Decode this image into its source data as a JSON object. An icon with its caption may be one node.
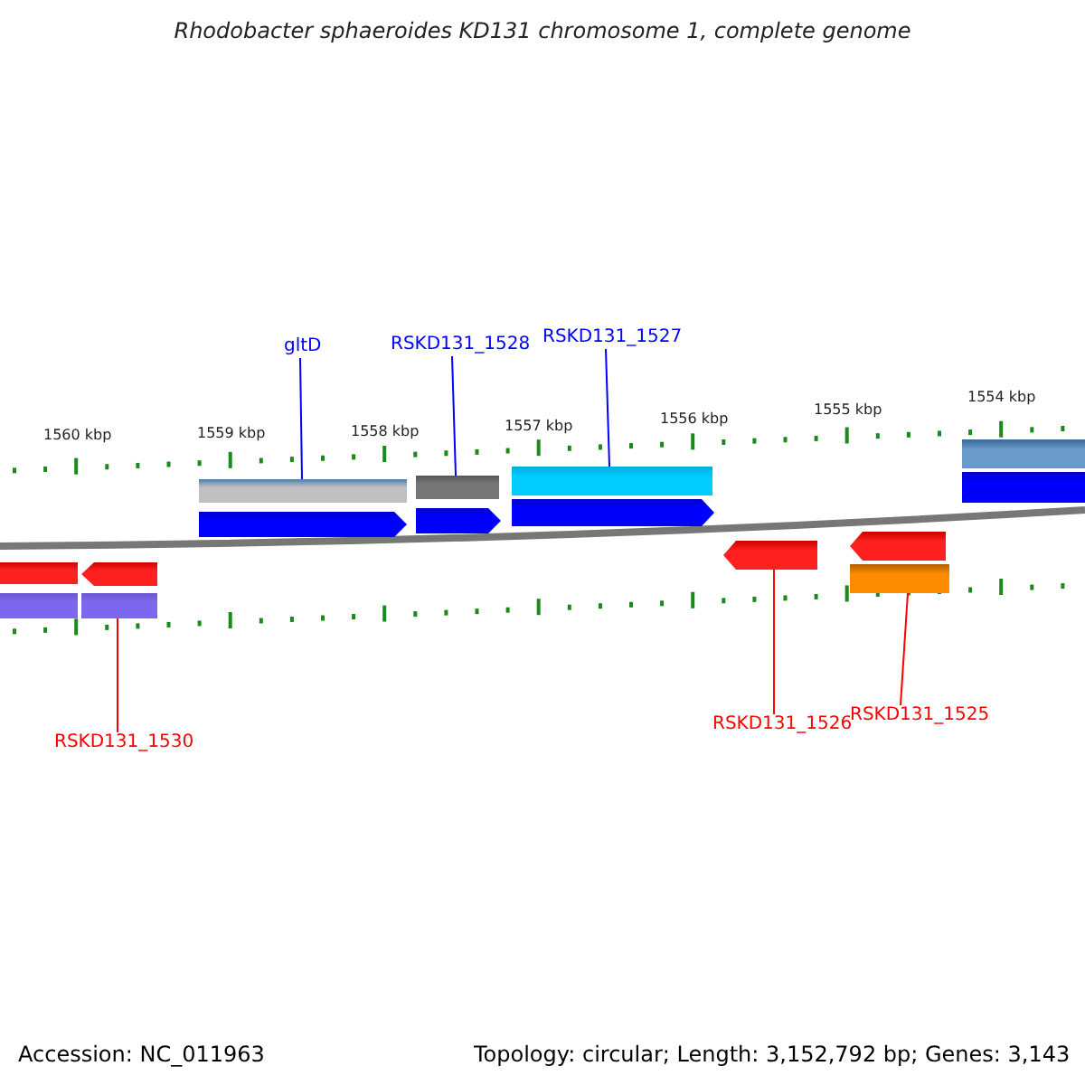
{
  "diagram": {
    "title": "Rhodobacter sphaeroides KD131 chromosome 1, complete genome",
    "nodes": [
      {
        "text": [
          "gltD"
        ]
      },
      {
        "text": [
          "RSKD131_1528"
        ]
      },
      {
        "text": [
          "RSKD131_1527"
        ]
      },
      {
        "text": [],
        "shape": "bar"
      },
      {
        "text": [],
        "shape": "bar"
      },
      {
        "text": [],
        "shape": "bar"
      },
      {
        "text": [],
        "shape": "bar"
      },
      {
        "text": [],
        "shape": "arrow"
      },
      {
        "text": [],
        "shape": "arrow"
      },
      {
        "text": [],
        "shape": "arrow"
      },
      {
        "text": [],
        "shape": "bar"
      },
      {
        "text": [],
        "shape": "bar"
      },
      {
        "text": [],
        "shape": "arrow"
      },
      {
        "text": [],
        "shape": "arrow"
      },
      {
        "text": [],
        "shape": "arrow"
      },
      {
        "text": [],
        "shape": "bar"
      },
      {
        "text": [],
        "shape": "bar"
      },
      {
        "text": [],
        "shape": "bar"
      },
      {
        "text": [
          "RSKD131_1530"
        ]
      },
      {
        "text": [
          "RSKD131_1526"
        ]
      },
      {
        "text": [
          "RSKD131_1525"
        ]
      }
    ],
    "edges": [
      {
        "from": 0,
        "to": 3,
        "arrow": "none",
        "color": "#0000ff"
      },
      {
        "from": 1,
        "to": 4,
        "arrow": "none",
        "color": "#0000ff"
      },
      {
        "from": 2,
        "to": 5,
        "arrow": "none",
        "color": "#0000ff"
      },
      {
        "from": 18,
        "to": 16,
        "arrow": "none",
        "color": "#ff0000"
      },
      {
        "from": 19,
        "to": 13,
        "arrow": "none",
        "color": "#ff0000"
      },
      {
        "from": 20,
        "to": 17,
        "arrow": "none",
        "color": "#ff0000"
      }
    ],
    "labels": [
      "1560 kbp",
      "1559 kbp",
      "1558 kbp",
      "1557 kbp",
      "1556 kbp",
      "1555 kbp",
      "1554 kbp",
      "Accession: NC_011963",
      "Topology: circular; Length: 3,152,792 bp; Genes: 3,143"
    ]
  }
}
